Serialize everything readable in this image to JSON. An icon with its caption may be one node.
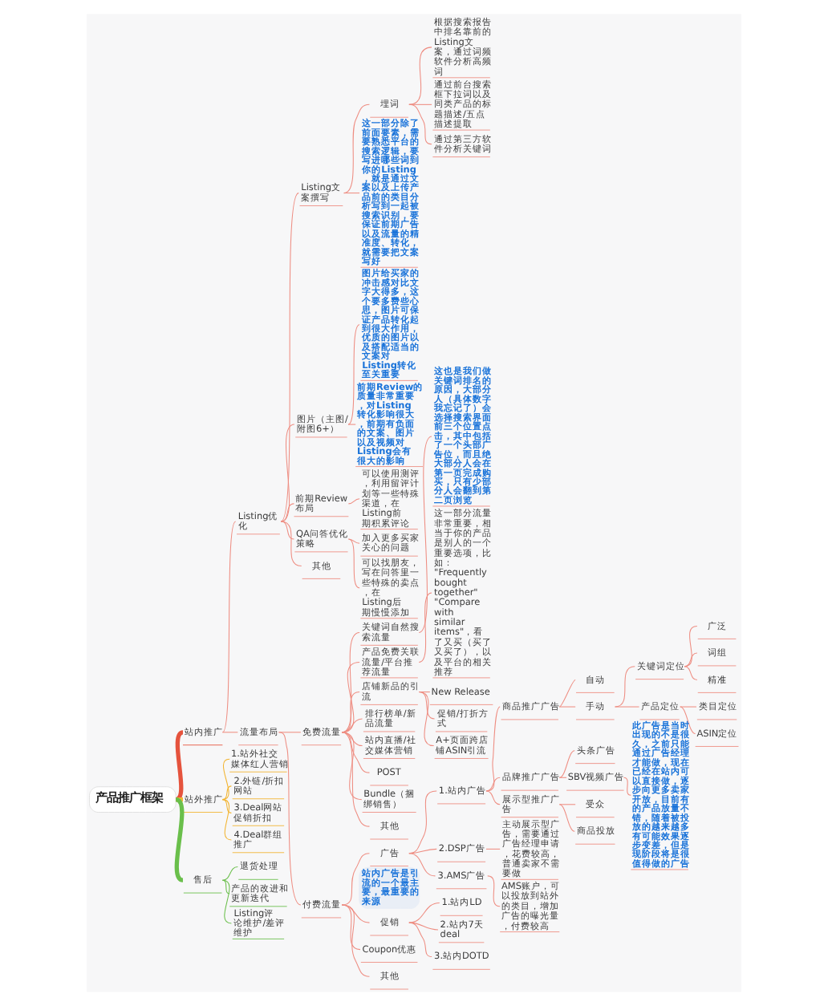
{
  "diagram": {
    "nodes": [
      {
        "text": [
          "产品推广框架"
        ]
      },
      {
        "text": [
          "站内推广"
        ]
      },
      {
        "text": [
          "Listing优化"
        ]
      },
      {
        "text": [
          "Listing文案撰写"
        ]
      },
      {
        "text": [
          "埋词"
        ]
      },
      {
        "text": [
          "根据搜索报告中排名靠前的Listing文案，通过词频软件分析高频词"
        ]
      },
      {
        "text": [
          "通过前台搜索框下拉词以及同类产品的标题描述/五点描述提取"
        ]
      },
      {
        "text": [
          "通过第三方软件分析关键词"
        ]
      },
      {
        "text": [
          "这一部分除了前面要素，需要熟悉平台的搜索逻辑，要写进哪些词到你的Listing，就是通过文案以及上传产品前的类目分析写到一起被搜索识别，要保证前期广告以及流量的精准度、转化，就需要把文案写好"
        ]
      },
      {
        "text": [
          "图片（主图/附图6+）"
        ]
      },
      {
        "text": [
          "图片给买家的冲击感对比文字大得多，这个要多费些心思，图片可保证产品转化起到很大作用，优质的图片以及搭配适当的文案对Listing转化至关重要"
        ]
      },
      {
        "text": [
          "前期Review的质量非常重要，对Listing转化影响很大，前期有负面的文案、图片以及视频对Listing会有很大的影响"
        ]
      },
      {
        "text": [
          "前期Review布局"
        ]
      },
      {
        "text": [
          "可以使用测评，利用留评计划等一些特殊渠道，在Listing前期积累评论"
        ]
      },
      {
        "text": [
          "QA问答优化策略"
        ]
      },
      {
        "text": [
          "加入更多买家关心的问题"
        ]
      },
      {
        "text": [
          "可以找朋友，写在问答里一些特殊的卖点，在Listing后期慢慢添加"
        ]
      },
      {
        "text": [
          "其他"
        ]
      },
      {
        "text": [
          "流量布局"
        ]
      },
      {
        "text": [
          "免费流量"
        ]
      },
      {
        "text": [
          "关键词自然搜索流量"
        ]
      },
      {
        "text": [
          "这也是我们做关键词排名的原因，大部分人（具体数字我忘记了）会选择搜索界面前三个位置点击，其中包括了一个头部广告位，而且绝大部分人会在第一页完成购买，只有少部分人会翻到第二页浏览"
        ]
      },
      {
        "text": [
          "产品免费关联流量/平台推荐流量"
        ]
      },
      {
        "text": [
          "这一部分流量非常重要，相当于你的产品是别人的一个重要选项，比如：\"Frequently bought together\" \"Compare with similar items\"，看了又买（买了又买了），以及平台的相关推荐"
        ]
      },
      {
        "text": [
          "店铺新品的引流"
        ]
      },
      {
        "text": [
          "New Release"
        ]
      },
      {
        "text": [
          "促销/打折方式"
        ]
      },
      {
        "text": [
          "A+页面跨店铺ASIN引流"
        ]
      },
      {
        "text": [
          "排行榜单/新品流量"
        ]
      },
      {
        "text": [
          "站内直播/社交媒体营销"
        ]
      },
      {
        "text": [
          "POST"
        ]
      },
      {
        "text": [
          "Bundle（捆绑销售）"
        ]
      },
      {
        "text": [
          "其他"
        ]
      },
      {
        "text": [
          "付费流量"
        ]
      },
      {
        "text": [
          "广告"
        ]
      },
      {
        "text": [
          "1.站内广告"
        ]
      },
      {
        "text": [
          "站内广告是引流的一个最主要，最重要的来源"
        ]
      },
      {
        "text": [
          "商品推广广告"
        ]
      },
      {
        "text": [
          "自动"
        ]
      },
      {
        "text": [
          "手动"
        ]
      },
      {
        "text": [
          "关键词定位"
        ]
      },
      {
        "text": [
          "广泛"
        ]
      },
      {
        "text": [
          "词组"
        ]
      },
      {
        "text": [
          "精准"
        ]
      },
      {
        "text": [
          "产品定位"
        ]
      },
      {
        "text": [
          "类目定位"
        ]
      },
      {
        "text": [
          "ASIN定位"
        ]
      },
      {
        "text": [
          "品牌推广广告"
        ]
      },
      {
        "text": [
          "头条广告"
        ]
      },
      {
        "text": [
          "SBV视频广告"
        ]
      },
      {
        "text": [
          "此广告是当时出现的不是很久，之前只能通过广告经理才能做，现在已经在站内可以直接做，逐步向更多卖家开放，目前有的产品放量不错，随着被投放的越来越多有可能效果逐步变差，但是现阶段将是很值得做的广告"
        ]
      },
      {
        "text": [
          "展示型推广广告"
        ]
      },
      {
        "text": [
          "受众"
        ]
      },
      {
        "text": [
          "商品投放"
        ]
      },
      {
        "text": [
          "2.DSP广告"
        ]
      },
      {
        "text": [
          "主动展示型广告，需要通过广告经理申请，花费较高，普通卖家不需要做"
        ]
      },
      {
        "text": [
          "3.AMS广告"
        ]
      },
      {
        "text": [
          "AMS账户，可以投放到站外的类目，增加广告的曝光量，付费较高"
        ]
      },
      {
        "text": [
          "促销"
        ]
      },
      {
        "text": [
          "1.站内LD"
        ]
      },
      {
        "text": [
          "2.站内7天deal"
        ]
      },
      {
        "text": [
          "3.站内DOTD"
        ]
      },
      {
        "text": [
          "Coupon优惠"
        ]
      },
      {
        "text": [
          "其他"
        ]
      },
      {
        "text": [
          "站外推广"
        ]
      },
      {
        "text": [
          "1.站外社交媒体红人营销"
        ]
      },
      {
        "text": [
          "2.外链/折扣网站"
        ]
      },
      {
        "text": [
          "3.Deal网站促销折扣"
        ]
      },
      {
        "text": [
          "4.Deal群组推广"
        ]
      },
      {
        "text": [
          "售后"
        ]
      },
      {
        "text": [
          "退货处理"
        ]
      },
      {
        "text": [
          "产品的改进和更新迭代"
        ]
      },
      {
        "text": [
          "Listing评论维护/差评维护"
        ]
      }
    ],
    "edges": [
      {
        "from": 0,
        "to": 1,
        "arrow": "none",
        "style": "thick",
        "color": "#e5533d"
      },
      {
        "from": 1,
        "to": 2,
        "arrow": "none"
      },
      {
        "from": 2,
        "to": 3,
        "arrow": "none"
      },
      {
        "from": 3,
        "to": 4,
        "arrow": "none"
      },
      {
        "from": 4,
        "to": 5,
        "arrow": "none"
      },
      {
        "from": 4,
        "to": 6,
        "arrow": "none"
      },
      {
        "from": 4,
        "to": 7,
        "arrow": "none"
      },
      {
        "from": 3,
        "to": 8,
        "arrow": "none"
      },
      {
        "from": 2,
        "to": 9,
        "arrow": "none"
      },
      {
        "from": 9,
        "to": 10,
        "arrow": "none"
      },
      {
        "from": 9,
        "to": 11,
        "arrow": "none"
      },
      {
        "from": 2,
        "to": 12,
        "arrow": "none"
      },
      {
        "from": 12,
        "to": 13,
        "arrow": "none"
      },
      {
        "from": 2,
        "to": 14,
        "arrow": "none"
      },
      {
        "from": 14,
        "to": 15,
        "arrow": "none"
      },
      {
        "from": 14,
        "to": 16,
        "arrow": "none"
      },
      {
        "from": 2,
        "to": 17,
        "arrow": "none"
      },
      {
        "from": 1,
        "to": 18,
        "arrow": "none"
      },
      {
        "from": 18,
        "to": 19,
        "arrow": "none"
      },
      {
        "from": 19,
        "to": 20,
        "arrow": "none"
      },
      {
        "from": 20,
        "to": 21,
        "arrow": "none"
      },
      {
        "from": 19,
        "to": 22,
        "arrow": "none"
      },
      {
        "from": 22,
        "to": 23,
        "arrow": "none"
      },
      {
        "from": 19,
        "to": 24,
        "arrow": "none"
      },
      {
        "from": 24,
        "to": 25,
        "arrow": "none"
      },
      {
        "from": 24,
        "to": 26,
        "arrow": "none"
      },
      {
        "from": 24,
        "to": 27,
        "arrow": "none"
      },
      {
        "from": 19,
        "to": 28,
        "arrow": "none"
      },
      {
        "from": 19,
        "to": 29,
        "arrow": "none"
      },
      {
        "from": 19,
        "to": 30,
        "arrow": "none"
      },
      {
        "from": 19,
        "to": 31,
        "arrow": "none"
      },
      {
        "from": 19,
        "to": 32,
        "arrow": "none"
      },
      {
        "from": 18,
        "to": 33,
        "arrow": "none"
      },
      {
        "from": 33,
        "to": 34,
        "arrow": "none"
      },
      {
        "from": 34,
        "to": 35,
        "arrow": "none"
      },
      {
        "from": 35,
        "to": 37,
        "arrow": "none"
      },
      {
        "from": 37,
        "to": 38,
        "arrow": "none"
      },
      {
        "from": 37,
        "to": 39,
        "arrow": "none"
      },
      {
        "from": 39,
        "to": 40,
        "arrow": "none"
      },
      {
        "from": 40,
        "to": 41,
        "arrow": "none"
      },
      {
        "from": 40,
        "to": 42,
        "arrow": "none"
      },
      {
        "from": 40,
        "to": 43,
        "arrow": "none"
      },
      {
        "from": 39,
        "to": 44,
        "arrow": "none"
      },
      {
        "from": 44,
        "to": 45,
        "arrow": "none"
      },
      {
        "from": 44,
        "to": 46,
        "arrow": "none"
      },
      {
        "from": 35,
        "to": 47,
        "arrow": "none"
      },
      {
        "from": 47,
        "to": 48,
        "arrow": "none"
      },
      {
        "from": 47,
        "to": 49,
        "arrow": "none"
      },
      {
        "from": 49,
        "to": 50,
        "arrow": "none"
      },
      {
        "from": 35,
        "to": 51,
        "arrow": "none"
      },
      {
        "from": 51,
        "to": 52,
        "arrow": "none"
      },
      {
        "from": 51,
        "to": 53,
        "arrow": "none"
      },
      {
        "from": 34,
        "to": 54,
        "arrow": "none"
      },
      {
        "from": 54,
        "to": 55,
        "arrow": "none"
      },
      {
        "from": 34,
        "to": 56,
        "arrow": "none"
      },
      {
        "from": 56,
        "to": 57,
        "arrow": "none"
      },
      {
        "from": 33,
        "to": 58,
        "arrow": "none"
      },
      {
        "from": 58,
        "to": 59,
        "arrow": "none"
      },
      {
        "from": 58,
        "to": 60,
        "arrow": "none"
      },
      {
        "from": 58,
        "to": 61,
        "arrow": "none"
      },
      {
        "from": 33,
        "to": 62,
        "arrow": "none"
      },
      {
        "from": 33,
        "to": 63,
        "arrow": "none"
      },
      {
        "from": 0,
        "to": 64,
        "arrow": "none",
        "style": "thick",
        "color": "#f2b431"
      },
      {
        "from": 64,
        "to": 65,
        "arrow": "none",
        "color": "#f2b431"
      },
      {
        "from": 64,
        "to": 66,
        "arrow": "none",
        "color": "#f2b431"
      },
      {
        "from": 64,
        "to": 67,
        "arrow": "none",
        "color": "#f2b431"
      },
      {
        "from": 64,
        "to": 68,
        "arrow": "none",
        "color": "#f2b431"
      },
      {
        "from": 0,
        "to": 69,
        "arrow": "none",
        "style": "thick",
        "color": "#6abf4b"
      },
      {
        "from": 69,
        "to": 70,
        "arrow": "none",
        "color": "#6abf4b"
      },
      {
        "from": 69,
        "to": 71,
        "arrow": "none",
        "color": "#6abf4b"
      },
      {
        "from": 69,
        "to": 72,
        "arrow": "none",
        "color": "#6abf4b"
      }
    ]
  }
}
